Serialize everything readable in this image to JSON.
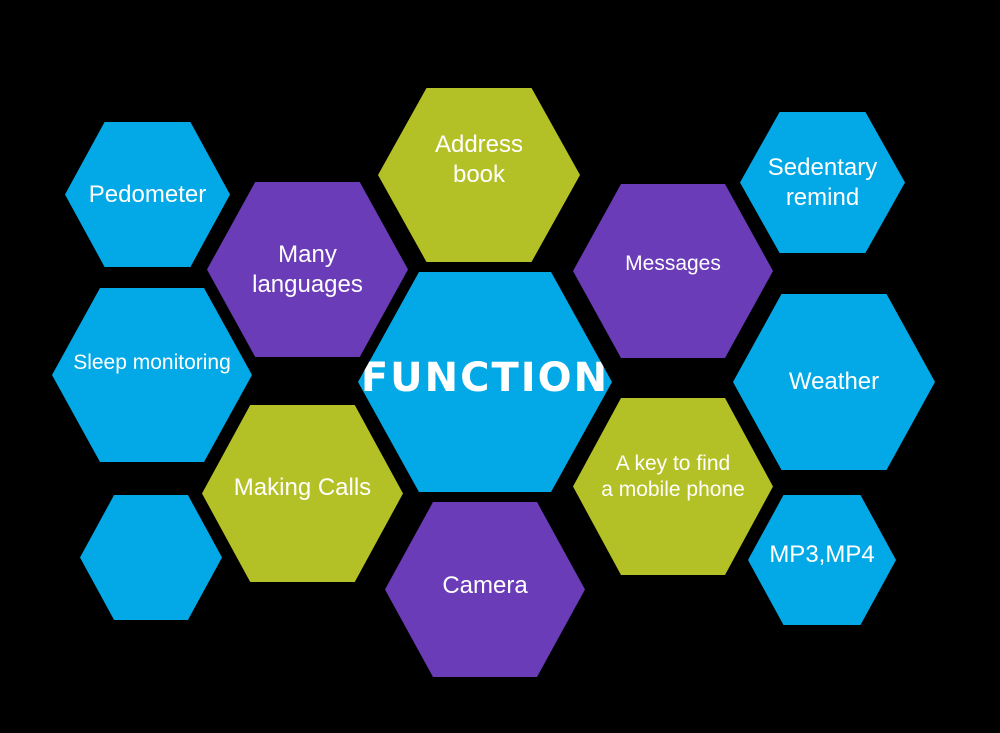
{
  "title": "FUNCTION",
  "colors": {
    "blue": "#03a9e6",
    "purple": "#6a3cb7",
    "green": "#b4c126",
    "background": "#000000"
  },
  "features": {
    "pedometer": "Pedometer",
    "many_languages": [
      "Many",
      "languages"
    ],
    "address_book": [
      "Address",
      "book"
    ],
    "sedentary_remind": [
      "Sedentary",
      "remind"
    ],
    "messages": "Messages",
    "sleep_monitoring": "Sleep monitoring",
    "weather": "Weather",
    "making_calls": "Making Calls",
    "find_phone": [
      "A key to find",
      "a mobile phone"
    ],
    "mp3_mp4": "MP3,MP4",
    "camera": "Camera"
  }
}
